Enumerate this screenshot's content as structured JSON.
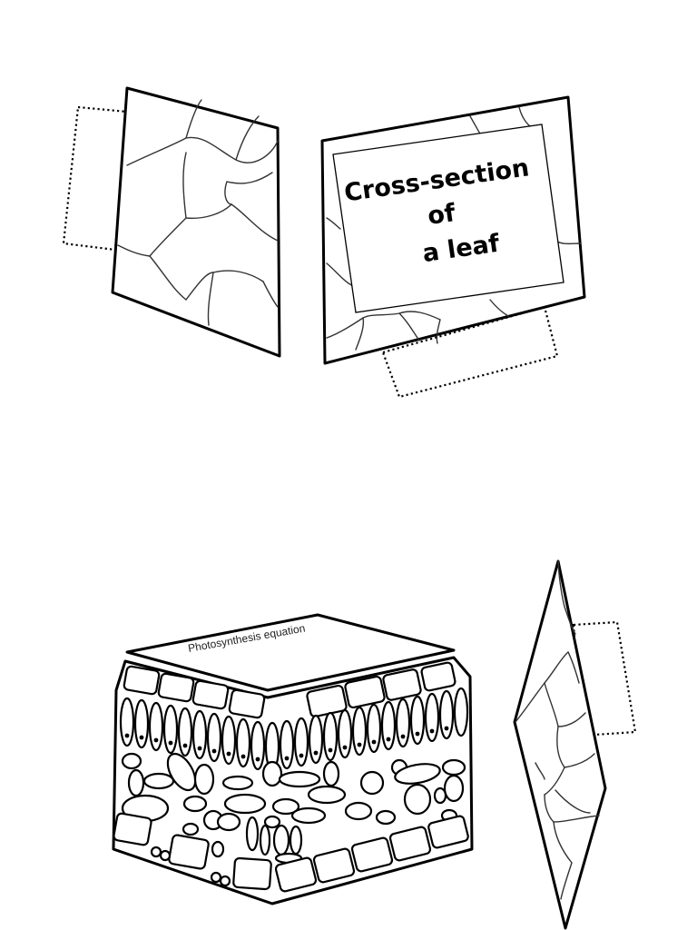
{
  "title_card": {
    "line1": "Cross-section",
    "line2": "of",
    "line3": "a leaf"
  },
  "top_label": "Photosynthesis equation"
}
